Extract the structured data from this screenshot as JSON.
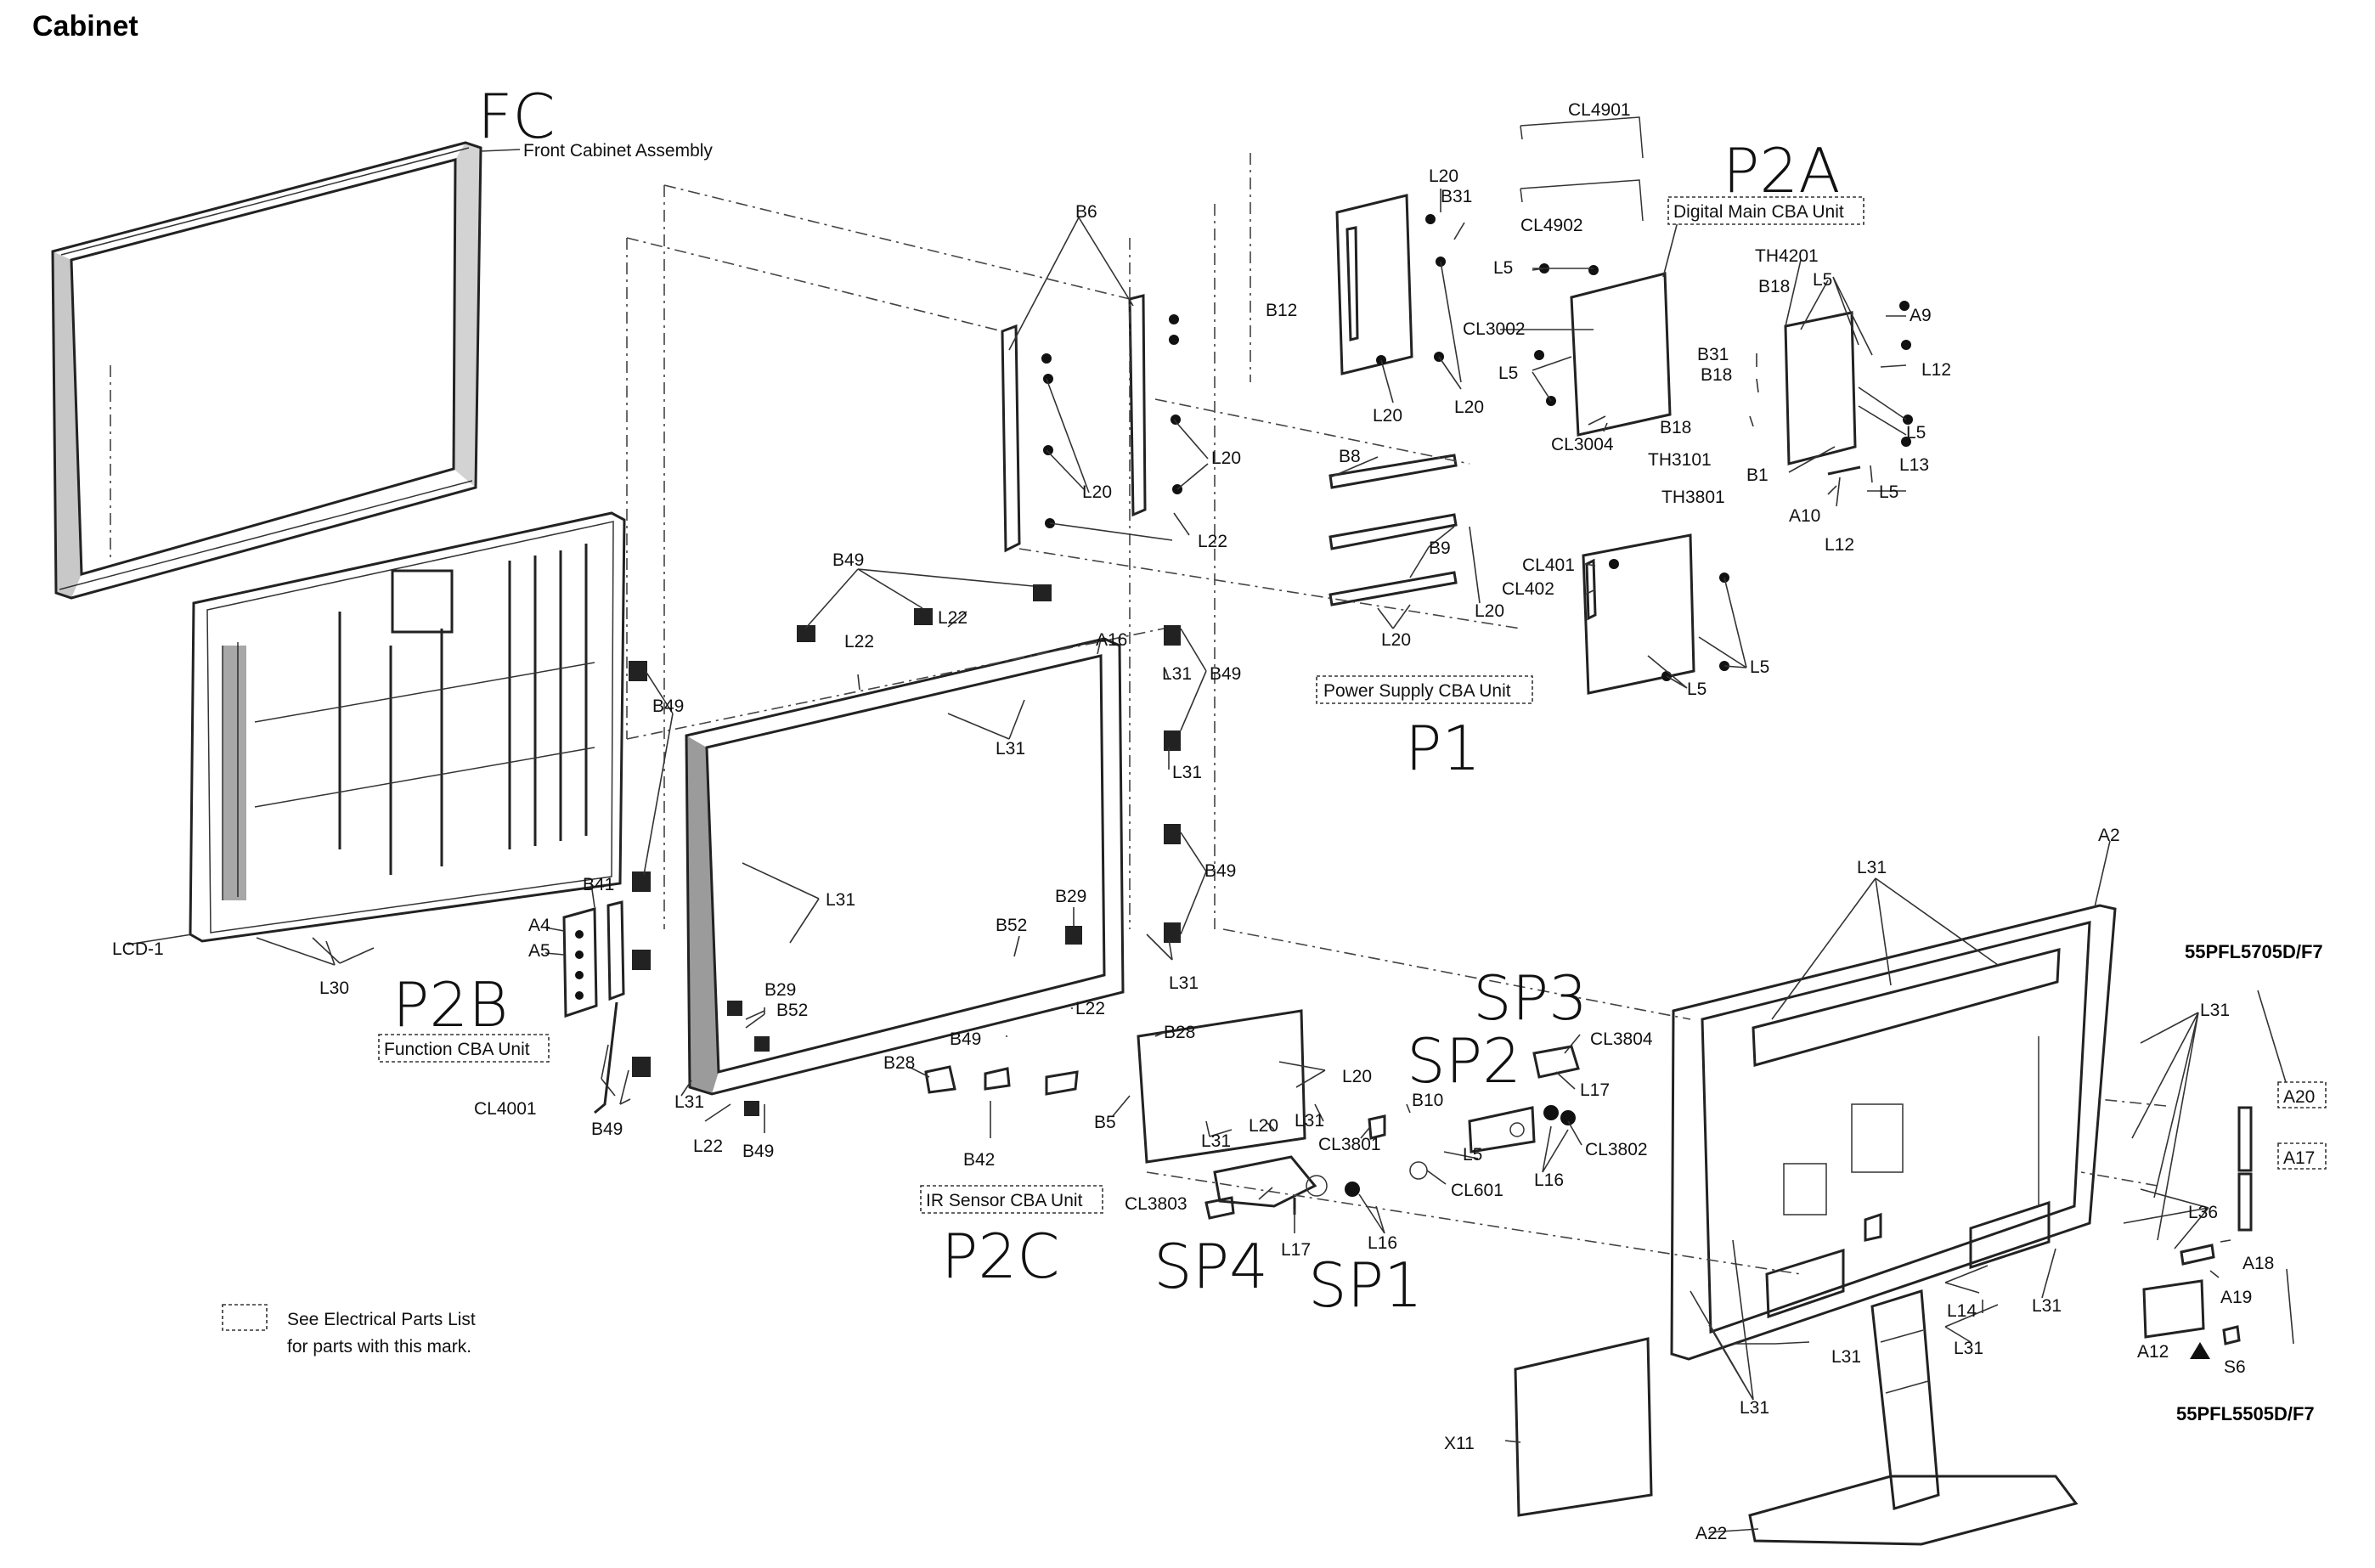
{
  "title": "Cabinet",
  "handwritten": {
    "fc": "FC",
    "p2a": "P2A",
    "p1": "P1",
    "p2b": "P2B",
    "p2c": "P2C",
    "sp1": "SP1",
    "sp2": "SP2",
    "sp3": "SP3",
    "sp4": "SP4"
  },
  "assemblies": {
    "front_cabinet": "Front Cabinet Assembly",
    "digital_main": "Digital Main CBA Unit",
    "power_supply": "Power Supply CBA Unit",
    "function": "Function CBA Unit",
    "ir_sensor": "IR Sensor CBA Unit"
  },
  "models": {
    "top": "55PFL5705D/F7",
    "bottom": "55PFL5505D/F7"
  },
  "legend": {
    "line1": "See Electrical Parts List",
    "line2": "for parts with this mark."
  },
  "labels": {
    "cl4901": "CL4901",
    "cl4902": "CL4902",
    "l20_a": "L20",
    "b31_a": "B31",
    "b6": "B6",
    "b12": "B12",
    "l5_a": "L5",
    "cl3002": "CL3002",
    "l5_b": "L5",
    "l20_b": "L20",
    "l20_c": "L20",
    "cl3004": "CL3004",
    "b18_a": "B18",
    "th4201": "TH4201",
    "b18_b": "B18",
    "l5_c": "L5",
    "a9": "A9",
    "b31_b": "B31",
    "b18_c": "B18",
    "l12_a": "L12",
    "th3101": "TH3101",
    "l5_d": "L5",
    "b1": "B1",
    "l13": "L13",
    "th3801": "TH3801",
    "l5_e": "L5",
    "a10": "A10",
    "l12_b": "L12",
    "l20_d": "L20",
    "l20_e": "L20",
    "l22_a": "L22",
    "b8": "B8",
    "b9": "B9",
    "l20_f": "L20",
    "l20_g": "L20",
    "cl401": "CL401",
    "cl402": "CL402",
    "l5_f": "L5",
    "l5_g": "L5",
    "b49_a": "B49",
    "a16": "A16",
    "l22_b": "L22",
    "l22_c": "L22",
    "l31_a": "L31",
    "b49_b": "B49",
    "b49_c": "B49",
    "l31_b": "L31",
    "l31_c": "L31",
    "l31_d": "L31",
    "b49_d": "B49",
    "b29_a": "B29",
    "b52_a": "B52",
    "l31_e": "L31",
    "lcd1": "LCD-1",
    "b41": "B41",
    "a4": "A4",
    "a5": "A5",
    "l30": "L30",
    "b29_b": "B29",
    "b52_b": "B52",
    "l22_d": "L22",
    "b49_e": "B49",
    "b28_a": "B28",
    "b28_b": "B28",
    "l20_h": "L20",
    "cl4001": "CL4001",
    "b49_f": "B49",
    "l31_f": "L31",
    "l22_e": "L22",
    "b49_g": "B49",
    "b42": "B42",
    "b5": "B5",
    "l20_i": "L20",
    "l31_g": "L31",
    "l31_h": "L31",
    "cl3801": "CL3801",
    "b10": "B10",
    "l5_h": "L5",
    "cl601": "CL601",
    "cl3803": "CL3803",
    "l17_a": "L17",
    "l16_a": "L16",
    "cl3804": "CL3804",
    "l17_b": "L17",
    "cl3802": "CL3802",
    "l16_b": "L16",
    "l31_i": "L31",
    "a2": "A2",
    "l31_j": "L31",
    "a20": "A20",
    "a17": "A17",
    "l36": "L36",
    "a18": "A18",
    "a19": "A19",
    "l14": "L14",
    "l31_k": "L31",
    "l31_l": "L31",
    "a12": "A12",
    "s6": "S6",
    "l31_m": "L31",
    "l31_n": "L31",
    "x11": "X11",
    "a22": "A22"
  }
}
